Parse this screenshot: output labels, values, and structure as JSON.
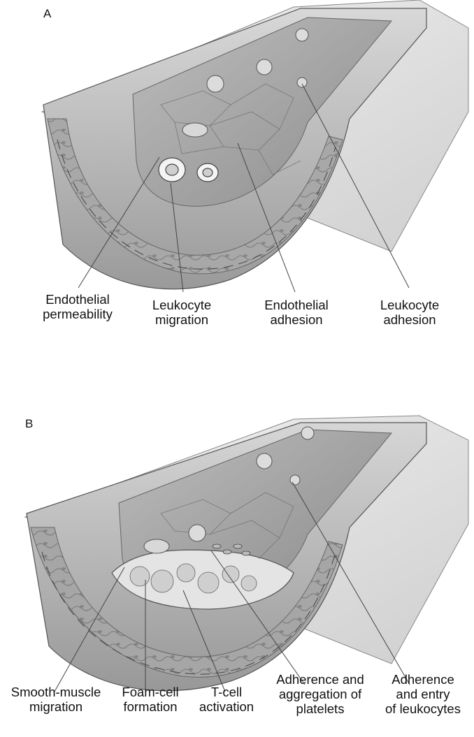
{
  "panels": [
    {
      "letter": "A",
      "labels": [
        {
          "id": "endothelial-permeability",
          "text": "Endothelial\npermeability"
        },
        {
          "id": "leukocyte-migration",
          "text": "Leukocyte\nmigration"
        },
        {
          "id": "endothelial-adhesion",
          "text": "Endothelial\nadhesion"
        },
        {
          "id": "leukocyte-adhesion",
          "text": "Leukocyte\nadhesion"
        }
      ]
    },
    {
      "letter": "B",
      "labels": [
        {
          "id": "smooth-muscle-migration",
          "text": "Smooth-muscle\nmigration"
        },
        {
          "id": "foam-cell-formation",
          "text": "Foam-cell\nformation"
        },
        {
          "id": "t-cell-activation",
          "text": "T-cell\nactivation"
        },
        {
          "id": "platelet-aggregation",
          "text": "Adherence and\naggregation of\nplatelets"
        },
        {
          "id": "leukocyte-entry",
          "text": "Adherence\nand entry\nof leukocytes"
        }
      ]
    }
  ]
}
